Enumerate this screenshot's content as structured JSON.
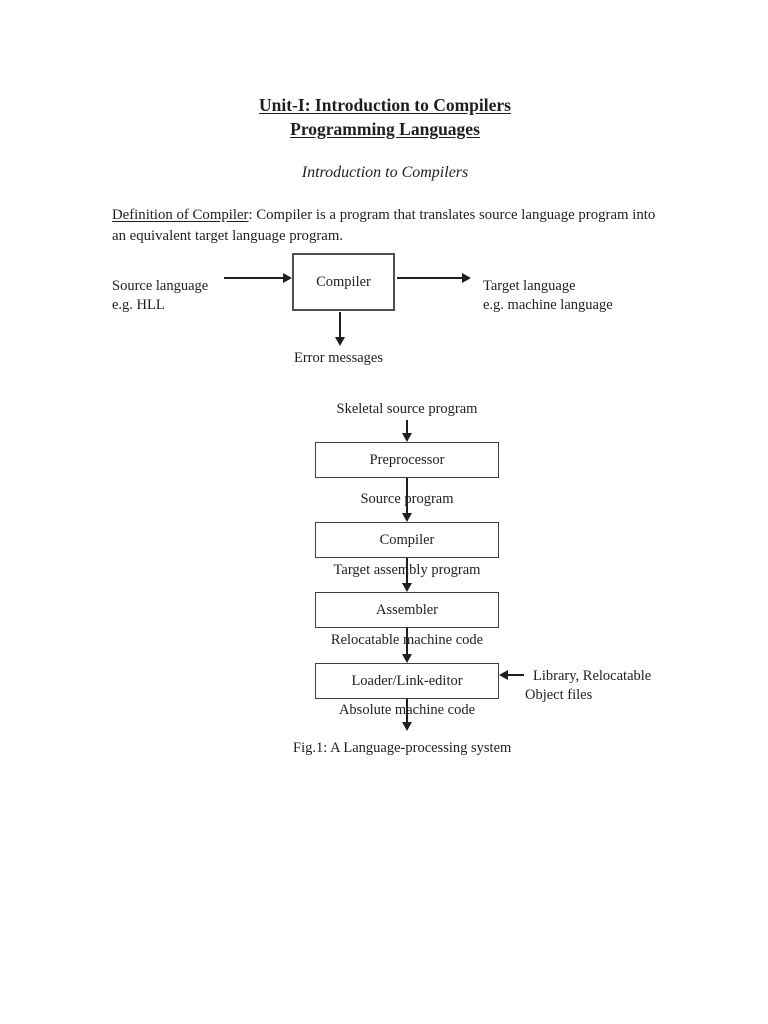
{
  "page": {
    "title_line1": "Unit-I: Introduction to Compilers",
    "title_line2": "Programming Languages",
    "subtitle": "Introduction to Compilers",
    "definition": {
      "label": "Definition of Compiler",
      "text": ": Compiler is a program that translates source language program into an equivalent target language program."
    }
  },
  "diagram1": {
    "box_label": "Compiler",
    "input_line1": "Source language",
    "input_line2": "e.g. HLL",
    "output_line1": "Target language",
    "output_line2": "e.g. machine language",
    "error_label": "Error messages"
  },
  "diagram2": {
    "top_label": "Skeletal source program",
    "boxes": [
      "Preprocessor",
      "Compiler",
      "Assembler",
      "Loader/Link-editor"
    ],
    "edge_labels": [
      "Source program",
      "Target assembly program",
      "Relocatable machine code",
      "Absolute machine code"
    ],
    "side_label_line1": "Library, Relocatable",
    "side_label_line2": "Object files",
    "caption": "Fig.1: A Language-processing system"
  },
  "colors": {
    "background": "#ffffff",
    "text": "#1f1f1f",
    "box_border": "#4f4f4f"
  }
}
